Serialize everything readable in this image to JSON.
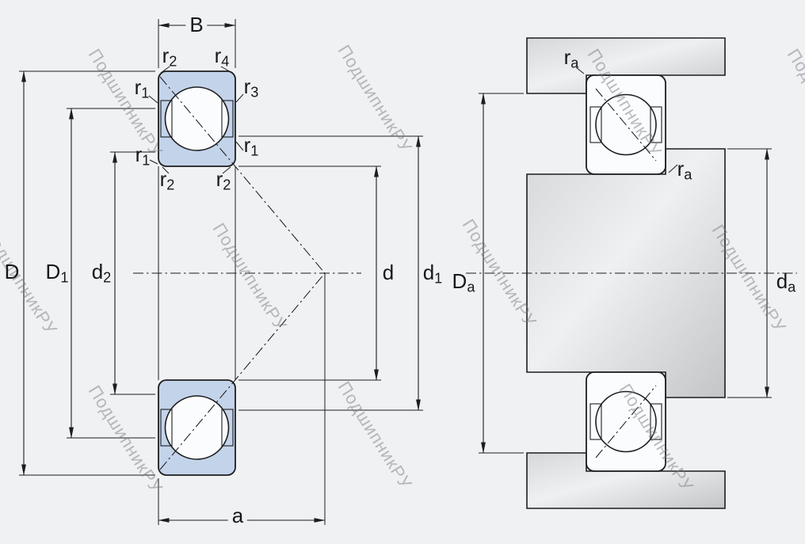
{
  "watermark": {
    "text": "ПодшипникРУ"
  },
  "colors": {
    "background": "#f0f1f2",
    "bearing_fill": "#c3d3e9",
    "ball_fill": "#fbfcfd",
    "line": "#1d1d1f",
    "metal_light": "#eff0f1",
    "metal_mid": "#d5d7d9",
    "metal_dark": "#c3c5c7"
  },
  "left_view": {
    "title": "bearing-cross-section",
    "labels": {
      "width": {
        "main": "B",
        "sub": ""
      },
      "r2_top_left": {
        "main": "r",
        "sub": "2"
      },
      "r4_top_right": {
        "main": "r",
        "sub": "4"
      },
      "r1_upper_left": {
        "main": "r",
        "sub": "1"
      },
      "r3_upper_right": {
        "main": "r",
        "sub": "3"
      },
      "r1_lower_left": {
        "main": "r",
        "sub": "1"
      },
      "r1_inner_right": {
        "main": "r",
        "sub": "1"
      },
      "r2_bottom_left": {
        "main": "r",
        "sub": "2"
      },
      "r2_bottom_right": {
        "main": "r",
        "sub": "2"
      },
      "outer_diameter": {
        "main": "D",
        "sub": ""
      },
      "shoulder_diameter_D1": {
        "main": "D",
        "sub": "1"
      },
      "shoulder_diameter_d2": {
        "main": "d",
        "sub": "2"
      },
      "bore_diameter": {
        "main": "d",
        "sub": ""
      },
      "shoulder_diameter_d1": {
        "main": "d",
        "sub": "1"
      },
      "pressure_center_distance": {
        "main": "a",
        "sub": ""
      }
    }
  },
  "right_view": {
    "title": "abutment-and-fillet-dimensions",
    "labels": {
      "ra_housing": {
        "main": "r",
        "sub": "a"
      },
      "ra_shaft": {
        "main": "r",
        "sub": "a"
      },
      "housing_shoulder_Da": {
        "main": "D",
        "sub": "a"
      },
      "shaft_shoulder_da": {
        "main": "d",
        "sub": "a"
      }
    }
  }
}
